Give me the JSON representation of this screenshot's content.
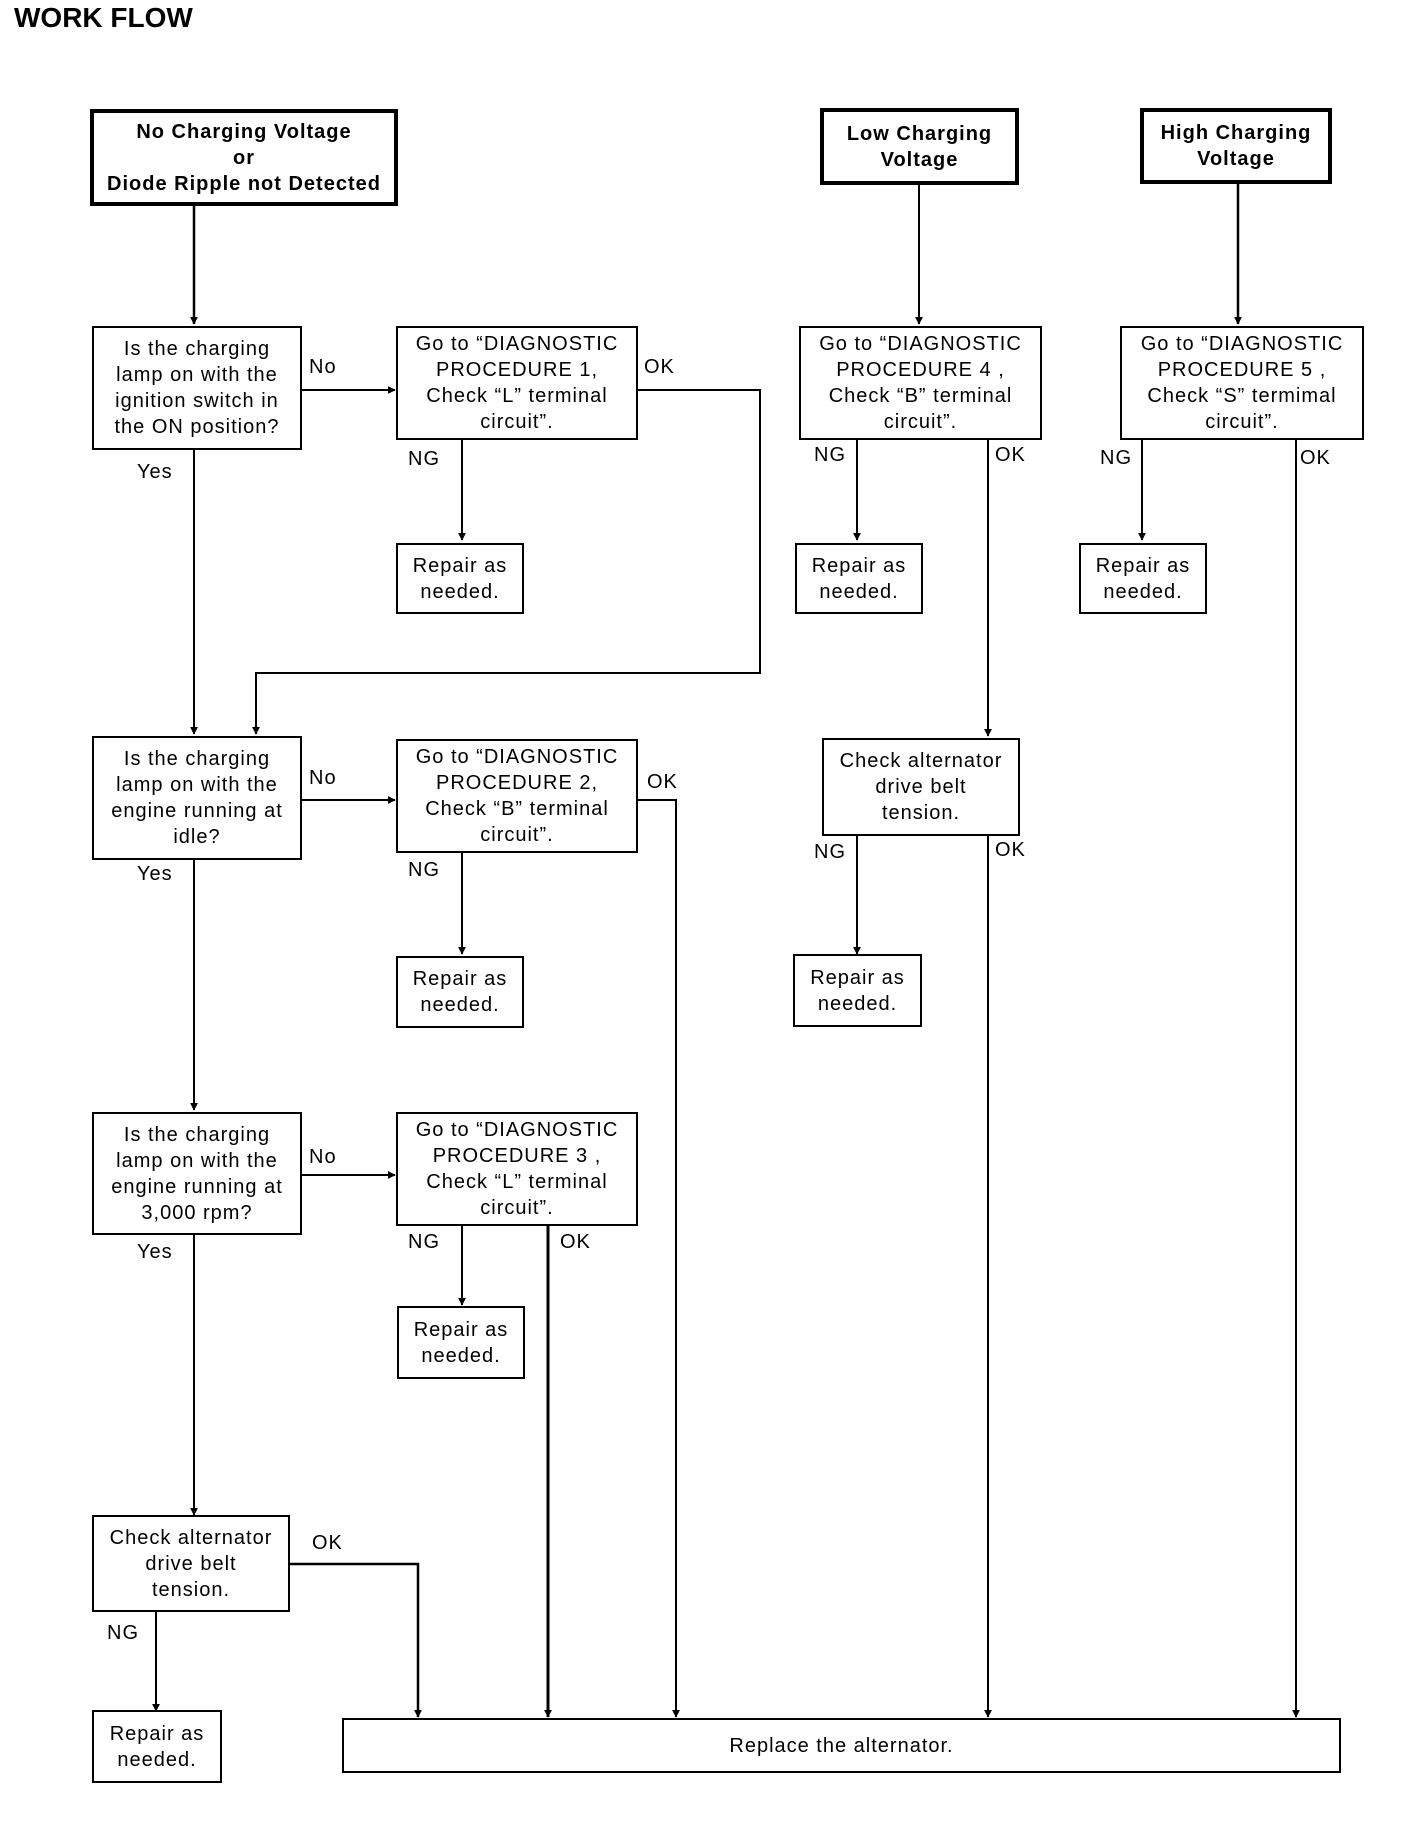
{
  "title": "WORK FLOW",
  "start_boxes": {
    "no_charging": "No Charging Voltage\nor\nDiode Ripple not Detected",
    "low_charging": "Low Charging\nVoltage",
    "high_charging": "High Charging\nVoltage"
  },
  "questions": {
    "q1": "Is the charging\nlamp on with the\nignition switch in\nthe ON position?",
    "q2": "Is the charging\nlamp on with the\nengine running at\nidle?",
    "q3": "Is the charging\nlamp on with the\nengine running at\n3,000 rpm?"
  },
  "procedures": {
    "p1": "Go to “DIAGNOSTIC\nPROCEDURE 1,\nCheck “L” terminal\ncircuit”.",
    "p2": "Go to “DIAGNOSTIC\nPROCEDURE 2,\nCheck “B” terminal\ncircuit”.",
    "p3": "Go to “DIAGNOSTIC\nPROCEDURE 3 ,\nCheck “L” terminal\ncircuit”.",
    "p4": "Go to “DIAGNOSTIC\nPROCEDURE 4 ,\nCheck “B” terminal\ncircuit”.",
    "p5": "Go to “DIAGNOSTIC\nPROCEDURE 5 ,\nCheck “S” termimal\ncircuit”."
  },
  "belt_check": "Check alternator\ndrive belt\ntension.",
  "repair": "Repair as\nneeded.",
  "replace": "Replace the alternator.",
  "labels": {
    "no": "No",
    "yes": "Yes",
    "ok": "OK",
    "ng": "NG"
  }
}
